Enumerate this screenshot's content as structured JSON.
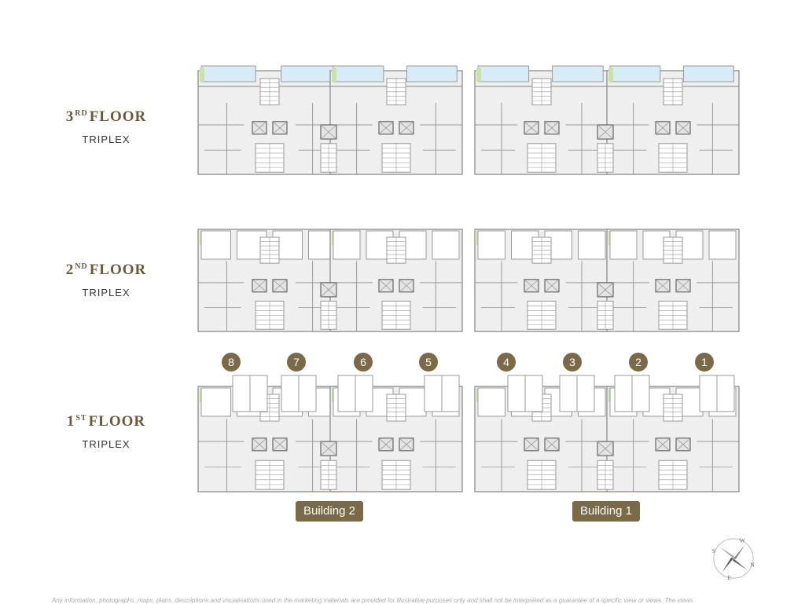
{
  "floors": [
    {
      "name_main": "3",
      "name_sup": "RD",
      "name_rest": "FLOOR",
      "subtitle": "TRIPLEX"
    },
    {
      "name_main": "2",
      "name_sup": "ND",
      "name_rest": "FLOOR",
      "subtitle": "TRIPLEX"
    },
    {
      "name_main": "1",
      "name_sup": "ST",
      "name_rest": "FLOOR",
      "subtitle": "TRIPLEX"
    }
  ],
  "units": [
    "8",
    "7",
    "6",
    "5",
    "4",
    "3",
    "2",
    "1"
  ],
  "buildings": [
    "Building 2",
    "Building 1"
  ],
  "compass": {
    "w": "W",
    "s": "S",
    "n": "N",
    "e": "E"
  },
  "disclaimer": "Any information, photographs, maps, plans, descriptions and visualisations used in the marketing materials are provided for illustrative purposes only and shall not be interpreted as a guarantee of a specific view or views. The views",
  "colors": {
    "accent": "#7a6a47",
    "wall": "#9a9a9a",
    "room": "#efefef",
    "pool": "#d8ecf8",
    "garden": "#c9e3a8"
  }
}
